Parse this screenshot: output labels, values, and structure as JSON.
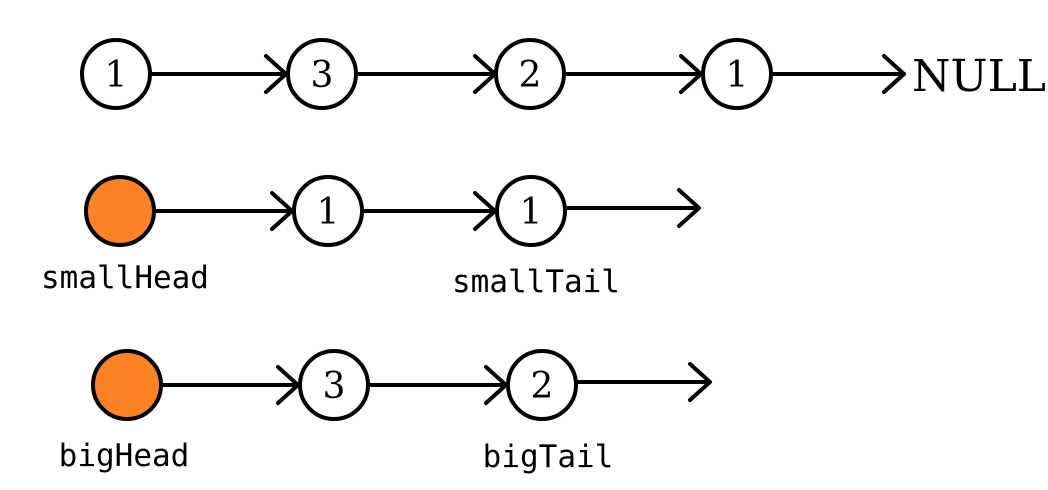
{
  "colors": {
    "head_fill": "#fd8125",
    "node_fill": "#ffffff",
    "stroke": "#000000"
  },
  "original_list": {
    "nodes": [
      "1",
      "3",
      "2",
      "1"
    ],
    "terminal": "NULL"
  },
  "small_list": {
    "head_label": "smallHead",
    "nodes": [
      "1",
      "1"
    ],
    "tail_label": "smallTail"
  },
  "big_list": {
    "head_label": "bigHead",
    "nodes": [
      "3",
      "2"
    ],
    "tail_label": "bigTail"
  }
}
